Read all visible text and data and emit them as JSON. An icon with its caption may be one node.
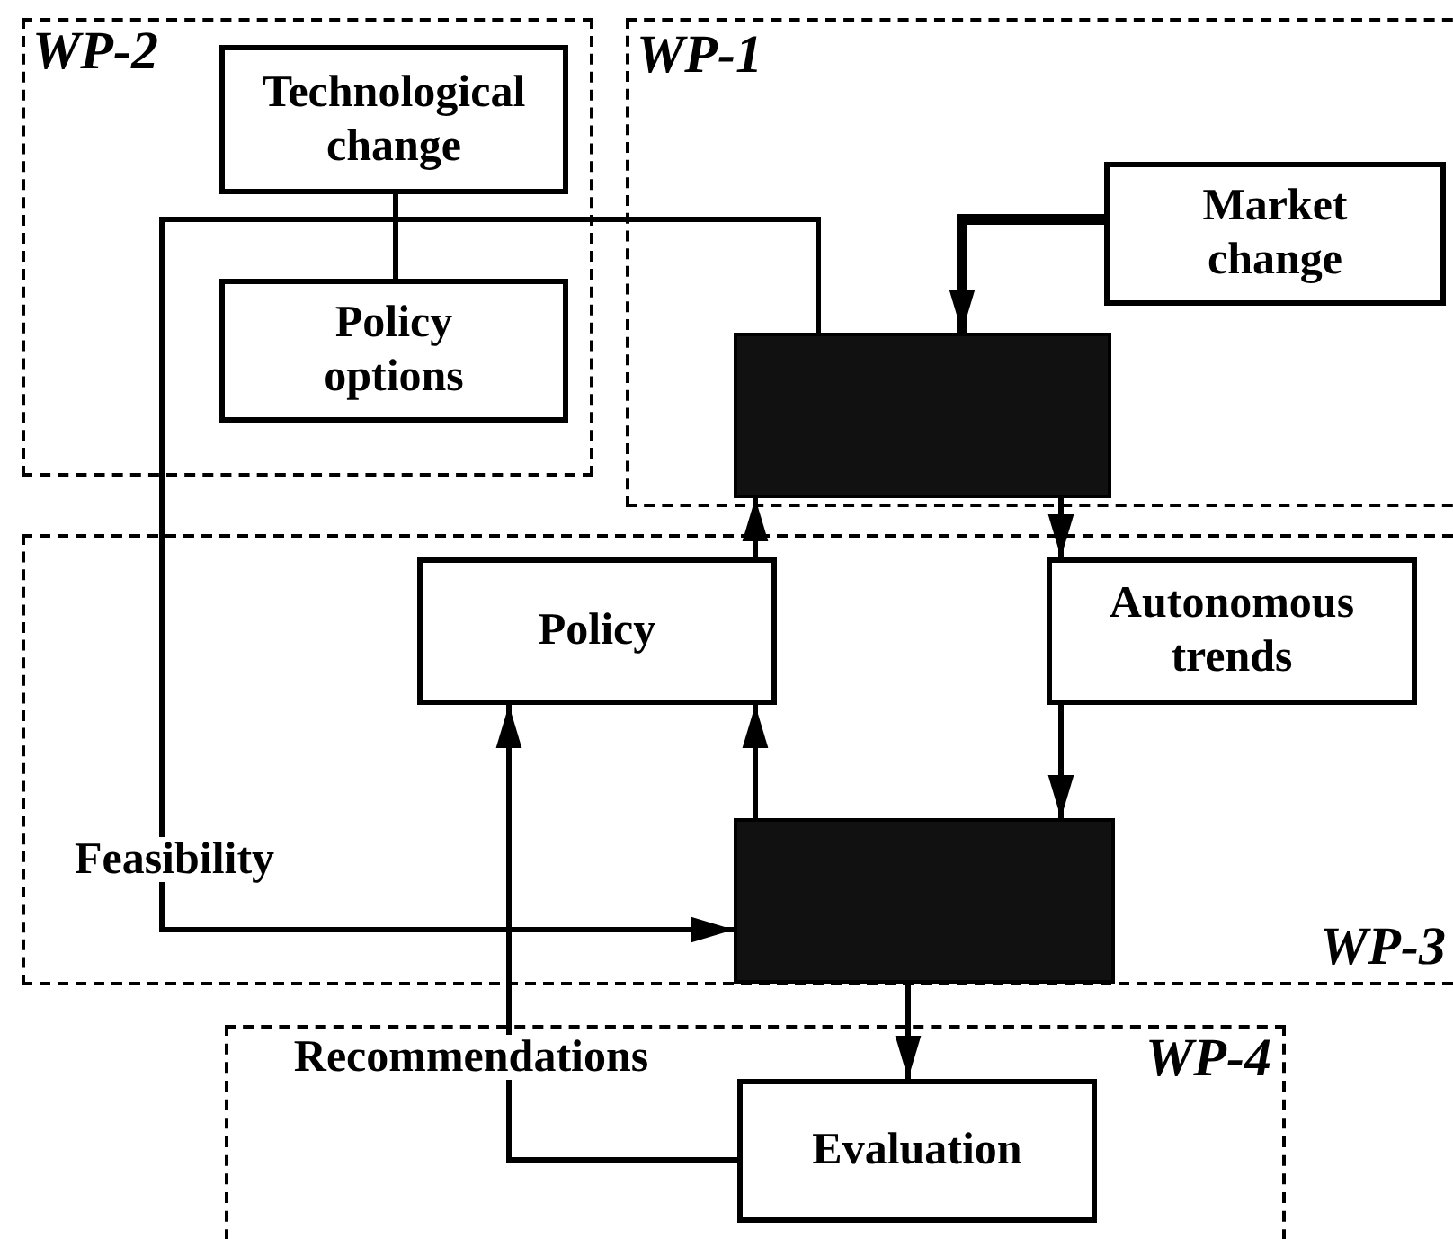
{
  "diagram": {
    "nodes": [
      {
        "text": [
          "WP-2"
        ]
      },
      {
        "text": [
          "Technological change"
        ],
        "in": 0
      },
      {
        "text": [
          "Policy options"
        ],
        "in": 0
      },
      {
        "text": [
          "WP-1"
        ]
      },
      {
        "text": [
          "Market change"
        ],
        "in": 3
      },
      {
        "text": [],
        "shape": "box",
        "in": 3
      },
      {
        "text": [
          "WP-3"
        ]
      },
      {
        "text": [
          "Policy"
        ],
        "in": 6
      },
      {
        "text": [
          "Autonomous trends"
        ],
        "in": 6
      },
      {
        "text": [],
        "shape": "box",
        "in": 6
      },
      {
        "text": [
          "WP-4"
        ]
      },
      {
        "text": [
          "Evaluation"
        ],
        "in": 10
      }
    ],
    "edges": [
      {
        "from": 1,
        "to": 2,
        "arrow": "none"
      },
      {
        "from": 1,
        "to": 5,
        "arrow": "none"
      },
      {
        "from": 1,
        "to": 9,
        "arrow": "to",
        "label": "Feasibility"
      },
      {
        "from": 4,
        "to": 5,
        "arrow": "to",
        "style": "thick"
      },
      {
        "from": 5,
        "to": 8,
        "arrow": "to"
      },
      {
        "from": 7,
        "to": 5,
        "arrow": "to"
      },
      {
        "from": 8,
        "to": 9,
        "arrow": "to"
      },
      {
        "from": 9,
        "to": 7,
        "arrow": "to"
      },
      {
        "from": 11,
        "to": 7,
        "arrow": "to",
        "label": "Recommendations"
      },
      {
        "from": 9,
        "to": 11,
        "arrow": "to"
      }
    ]
  }
}
